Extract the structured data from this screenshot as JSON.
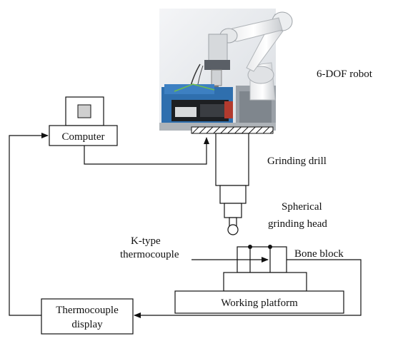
{
  "labels": {
    "robot": "6-DOF robot",
    "computer": "Computer",
    "grinding_drill": "Grinding drill",
    "spherical_line1": "Spherical",
    "spherical_line2": "grinding head",
    "ktype_line1": "K-type",
    "ktype_line2": "thermocouple",
    "bone_block": "Bone block",
    "working_platform": "Working platform",
    "thermo_line1": "Thermocouple",
    "thermo_line2": "display"
  }
}
